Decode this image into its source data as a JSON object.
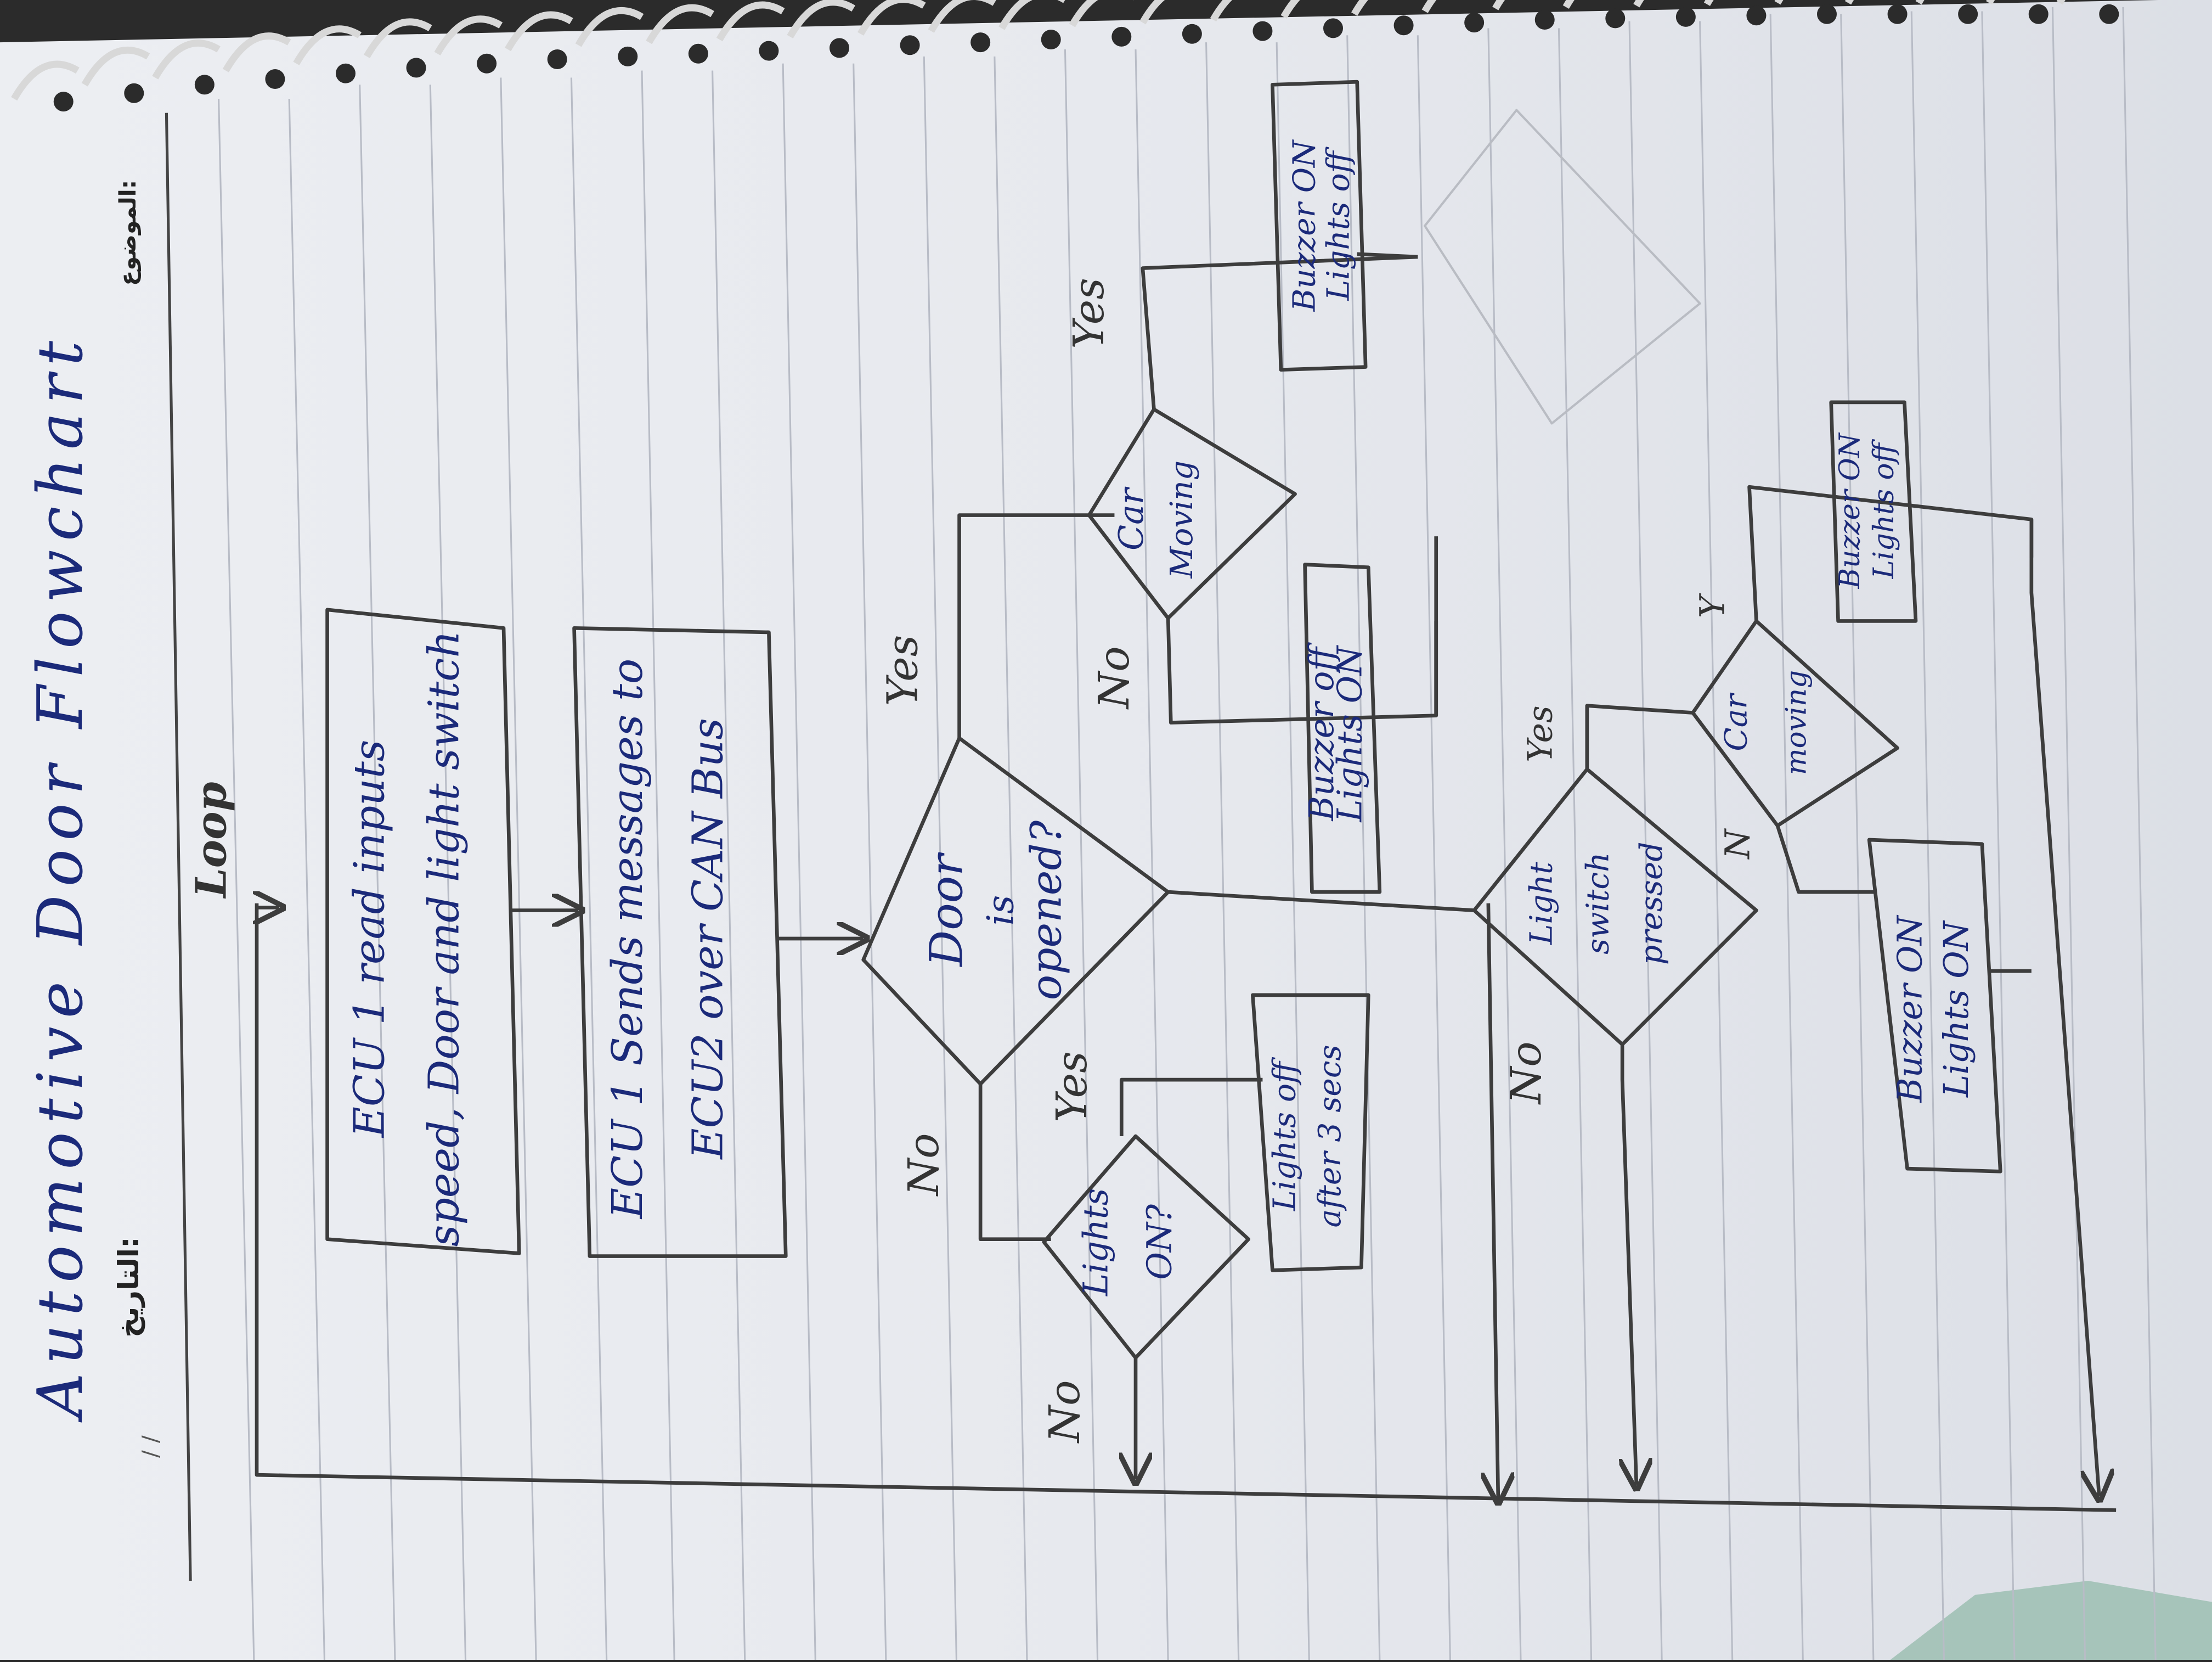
{
  "header": {
    "title": "Automotive Door Flowchart",
    "date_label": "التاريخ:",
    "date_value": "/ /",
    "subject_label": "الموضوع:"
  },
  "flowchart": {
    "loop_label": "Loop",
    "process_read": [
      "ECU 1 read inputs",
      "speed, Door and light switch"
    ],
    "process_send": [
      "ECU 1 Sends messages to",
      "ECU2 over CAN Bus"
    ],
    "decision_door": [
      "Door",
      "is",
      "opened?"
    ],
    "decision_lights": [
      "Lights",
      "ON?"
    ],
    "decision_car_moving_1": [
      "Car",
      "Moving"
    ],
    "decision_light_switch": [
      "Light",
      "switch",
      "pressed"
    ],
    "decision_car_moving_2": [
      "Car",
      "moving"
    ],
    "action_lights_off_delay": [
      "Lights off",
      "after 3 secs"
    ],
    "action_buzzer_off_lights_on": [
      "Buzzer off",
      "Lights ON"
    ],
    "action_buzzer_on_lights_off_1": [
      "Buzzer ON",
      "Lights off"
    ],
    "action_buzzer_on_lights_on": [
      "Buzzer ON",
      "Lights ON"
    ],
    "action_buzzer_on_lights_off_2": [
      "Buzzer ON",
      "Lights off"
    ],
    "labels": {
      "yes": "Yes",
      "no": "No",
      "y": "Y",
      "n": "N"
    }
  }
}
